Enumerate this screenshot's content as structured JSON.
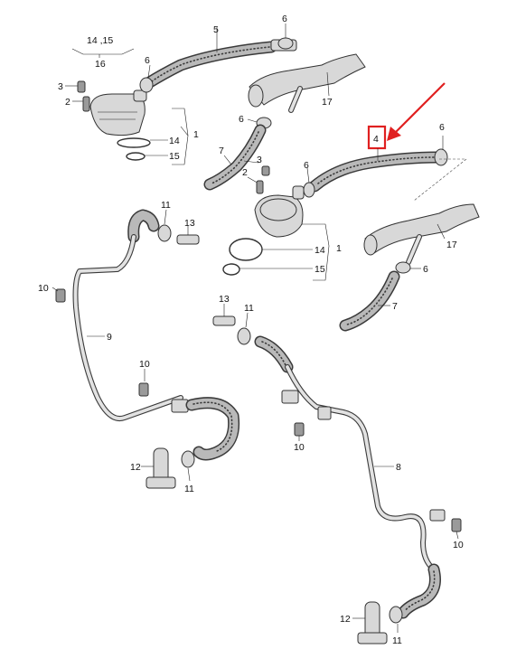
{
  "callouts": {
    "c_14_15_top": "14 ,15",
    "c_16": "16",
    "c_5": "5",
    "c_6_a": "6",
    "c_17_a": "17",
    "c_3_a": "3",
    "c_2_a": "2",
    "c_6_b": "6",
    "c_1_a": "1",
    "c_14_a": "14",
    "c_15_a": "15",
    "c_7_a": "7",
    "c_4": "4",
    "c_6_c": "6",
    "c_3_b": "3",
    "c_2_b": "2",
    "c_6_d": "6",
    "c_11_a": "11",
    "c_13_a": "13",
    "c_17_b": "17",
    "c_14_b": "14",
    "c_1_b": "1",
    "c_15_b": "15",
    "c_6_e": "6",
    "c_10_a": "10",
    "c_7_b": "7",
    "c_13_b": "13",
    "c_11_b": "11",
    "c_9": "9",
    "c_10_b": "10",
    "c_10_c": "10",
    "c_8": "8",
    "c_12_a": "12",
    "c_11_c": "11",
    "c_10_d": "10",
    "c_12_b": "12",
    "c_11_d": "11"
  },
  "highlight": {
    "color": "#e02020"
  },
  "colors": {
    "line": "#333333",
    "hose_fill": "#b9b9b9",
    "part_fill": "#d8d8d8"
  }
}
